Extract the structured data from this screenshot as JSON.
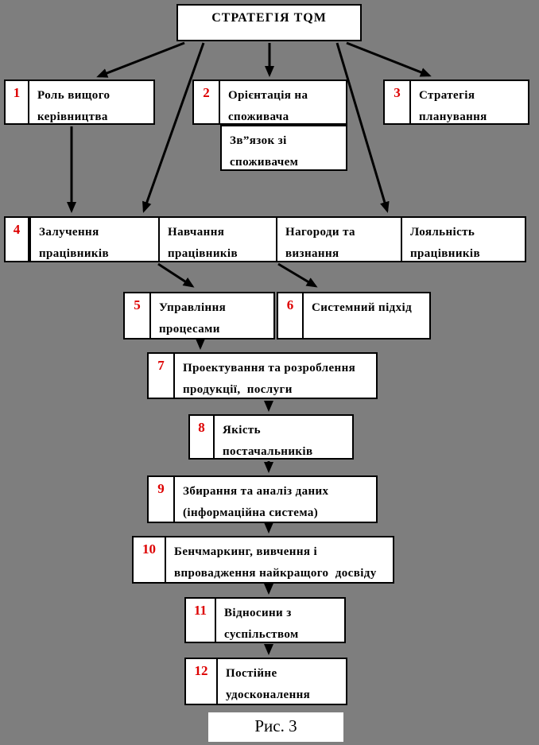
{
  "colors": {
    "background": "#7e7e7e",
    "box_fill": "#ffffff",
    "border": "#000000",
    "number": "#dd0000",
    "text": "#000000"
  },
  "title": {
    "label": "СТРАТЕГІЯ  TQM"
  },
  "boxes": {
    "b1": {
      "num": "1",
      "lines": [
        "Роль вищого",
        "керівництва"
      ]
    },
    "b2": {
      "num": "2",
      "lines": [
        "Орієнтація на",
        "споживача"
      ]
    },
    "b2sub": {
      "lines": [
        "Зв”язок зі",
        "споживачем"
      ]
    },
    "b3": {
      "num": "3",
      "lines": [
        "Стратегія",
        "планування"
      ]
    },
    "b5": {
      "num": "5",
      "lines": [
        "Управління",
        "процесами"
      ]
    },
    "b6": {
      "num": "6",
      "lines": [
        "Системний підхід"
      ]
    },
    "b7": {
      "num": "7",
      "lines": [
        "Проектування та розроблення",
        "продукції,  послуги"
      ]
    },
    "b8": {
      "num": "8",
      "lines": [
        "Якість",
        "постачальників"
      ]
    },
    "b9": {
      "num": "9",
      "lines": [
        "Збирання та аналіз даних",
        "(інформаційна система)"
      ]
    },
    "b10": {
      "num": "10",
      "lines": [
        "Бенчмаркинг, вивчення і",
        "впровадження найкращого  досвіду"
      ]
    },
    "b11": {
      "num": "11",
      "lines": [
        "Відносини з",
        "суспільством"
      ]
    },
    "b12": {
      "num": "12",
      "lines": [
        "Постійне",
        "удосконалення"
      ]
    }
  },
  "row4": {
    "num": "4",
    "cells": [
      {
        "lines": [
          "Залучення",
          "працівників"
        ]
      },
      {
        "lines": [
          "Навчання",
          "працівників"
        ]
      },
      {
        "lines": [
          "Нагороди та",
          "визнання"
        ]
      },
      {
        "lines": [
          "Лояльність",
          "працівників"
        ]
      }
    ]
  },
  "caption": {
    "label": "Рис. 3"
  }
}
